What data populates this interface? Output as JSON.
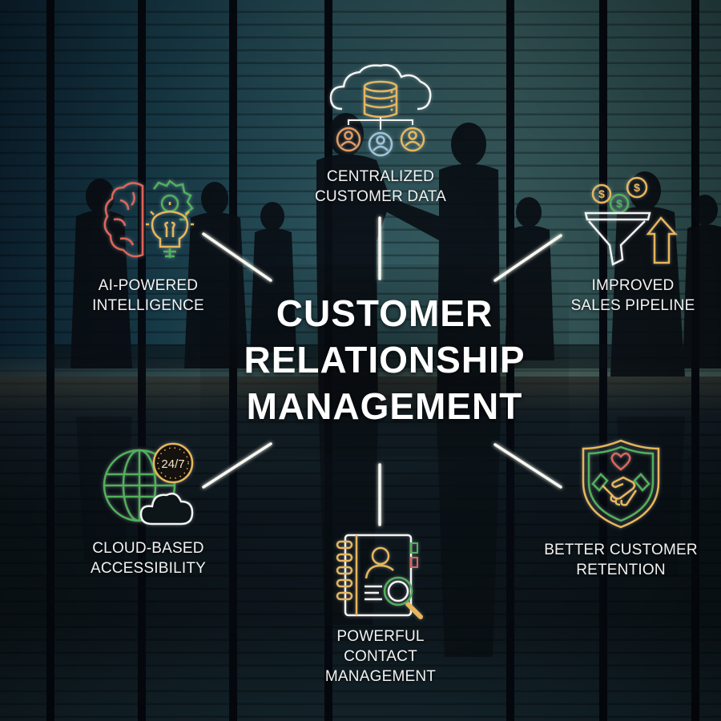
{
  "title": {
    "lines": [
      "CUSTOMER",
      "RELATIONSHIP",
      "MANAGEMENT"
    ]
  },
  "features": {
    "centralized": {
      "lines": [
        "CENTRALIZED",
        "CUSTOMER DATA"
      ],
      "icon": "cloud-database-users-icon"
    },
    "ai": {
      "lines": [
        "AI-POWERED",
        "INTELLIGENCE"
      ],
      "icon": "brain-gear-lightbulb-icon"
    },
    "pipeline": {
      "lines": [
        "IMPROVED",
        "SALES PIPELINE"
      ],
      "icon": "funnel-coins-arrow-icon"
    },
    "cloud": {
      "lines": [
        "CLOUD-BASED",
        "ACCESSIBILITY"
      ],
      "icon": "globe-clock-cloud-icon",
      "badge": "24/7"
    },
    "retention": {
      "lines": [
        "BETTER CUSTOMER",
        "RETENTION"
      ],
      "icon": "shield-handshake-heart-icon"
    },
    "contact": {
      "lines": [
        "POWERFUL",
        "CONTACT",
        "MANAGEMENT"
      ],
      "icon": "address-book-magnifier-icon"
    }
  },
  "colors": {
    "neon_white": "#f4f4f4",
    "neon_gold": "#e8b65a",
    "neon_green": "#4fb25a",
    "neon_red": "#e0645a",
    "neon_orange": "#e49a5e",
    "neon_blue": "#9cc4dc",
    "title": "#ffffff"
  }
}
